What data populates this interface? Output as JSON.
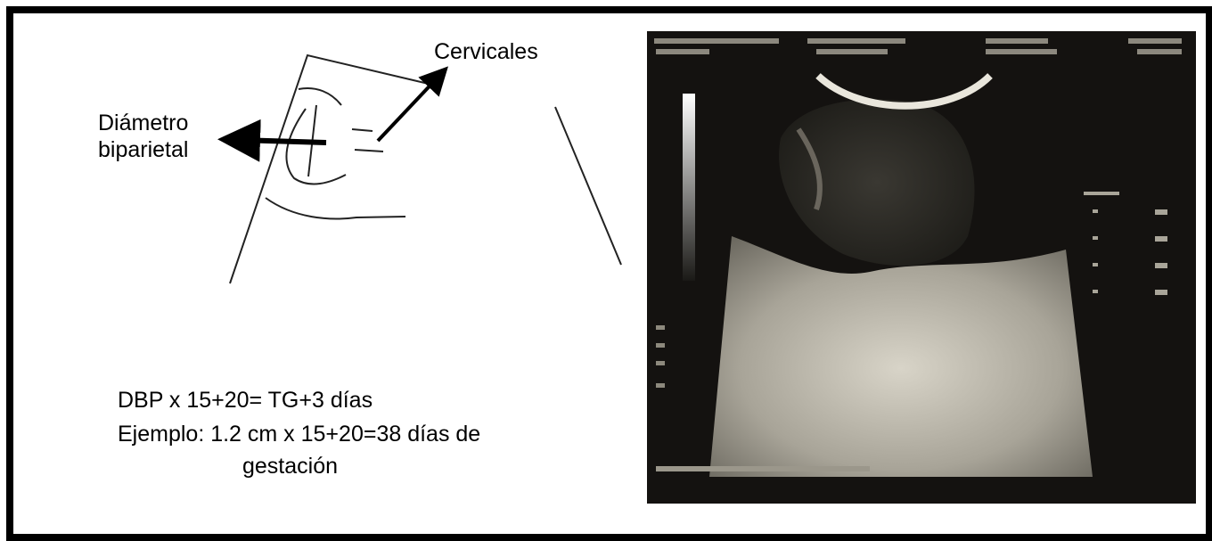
{
  "labels": {
    "cervicales": "Cervicales",
    "diametro_biparietal": "Diámetro\nbiparietal"
  },
  "formula": {
    "line1": "DBP x 15+20= TG+3 días",
    "line2": "Ejemplo: 1.2 cm x 15+20=38 días de",
    "line3": "gestación"
  },
  "colors": {
    "frame": "#000000",
    "background": "#ffffff",
    "ultrasound_bg": "#141210",
    "ultrasound_tissue": "#cfcbbf"
  }
}
